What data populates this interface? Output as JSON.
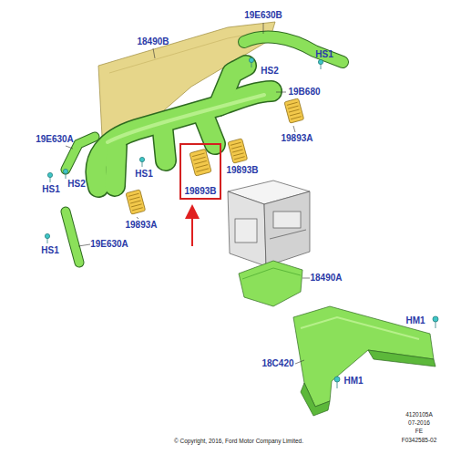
{
  "diagram": {
    "nodes": [
      {
        "text": [
          "19893B"
        ]
      }
    ],
    "labels": [
      "19E630B",
      "18490B",
      "HS2",
      "HS1",
      "19B680",
      "19893A",
      "19E630A",
      "HS2",
      "HS1",
      "19893B",
      "HS1",
      "19893A",
      "HS1",
      "19E630A",
      "18490A",
      "HM1",
      "18C420",
      "HM1",
      "4120105A",
      "07-2016",
      "FE",
      "F0342585-02",
      "© Copyright, 2016, Ford Motor Company Limited."
    ]
  }
}
